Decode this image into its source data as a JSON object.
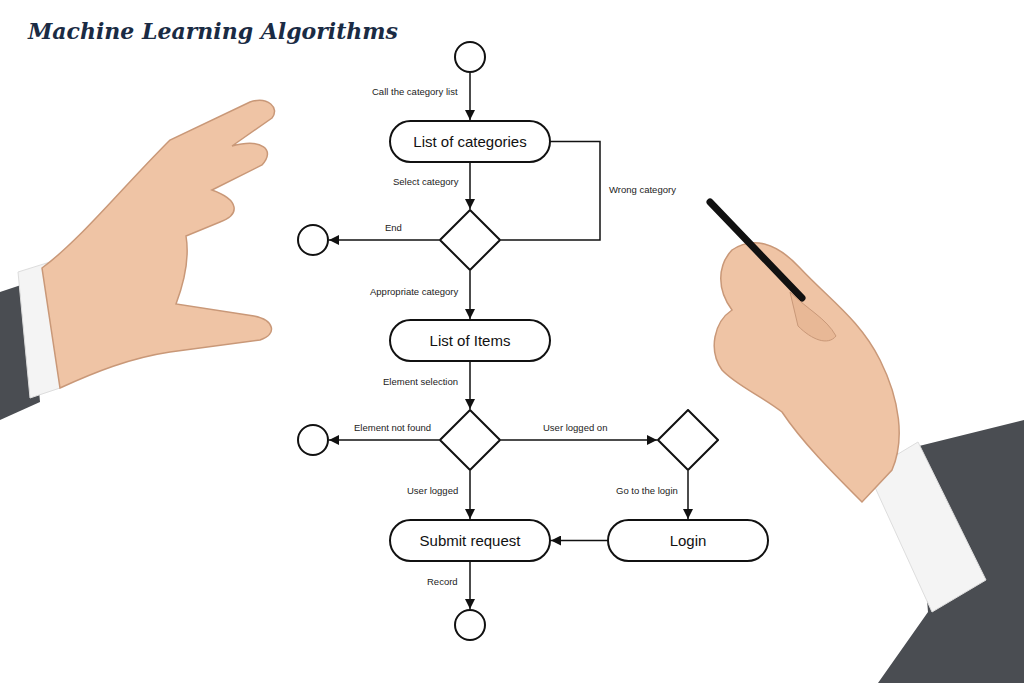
{
  "diagram": {
    "title": "Machine Learning Algorithms",
    "nodes": [
      {
        "text": []
      },
      {
        "text": [
          "List of categories"
        ]
      },
      {
        "text": []
      },
      {
        "text": []
      },
      {
        "text": [
          "List of Items"
        ]
      },
      {
        "text": []
      },
      {
        "text": []
      },
      {
        "text": []
      },
      {
        "text": [
          "Submit request"
        ]
      },
      {
        "text": [
          "Login"
        ]
      },
      {
        "text": []
      }
    ],
    "edges": [
      {
        "from": 0,
        "to": 1,
        "arrow": "to",
        "label": "Call the category list"
      },
      {
        "from": 1,
        "to": 2,
        "arrow": "to",
        "label": "Select category"
      },
      {
        "from": 2,
        "to": 3,
        "arrow": "to",
        "label": "End"
      },
      {
        "from": 2,
        "to": 1,
        "arrow": "none",
        "label": "Wrong category"
      },
      {
        "from": 2,
        "to": 4,
        "arrow": "to",
        "label": "Appropriate category"
      },
      {
        "from": 4,
        "to": 5,
        "arrow": "to",
        "label": "Element selection"
      },
      {
        "from": 5,
        "to": 6,
        "arrow": "to",
        "label": "Element not found"
      },
      {
        "from": 5,
        "to": 7,
        "arrow": "to",
        "label": "User logged on"
      },
      {
        "from": 5,
        "to": 8,
        "arrow": "to",
        "label": "User logged"
      },
      {
        "from": 7,
        "to": 9,
        "arrow": "to",
        "label": "Go to the login"
      },
      {
        "from": 9,
        "to": 8,
        "arrow": "to"
      },
      {
        "from": 8,
        "to": 10,
        "arrow": "to",
        "label": "Record"
      }
    ]
  }
}
